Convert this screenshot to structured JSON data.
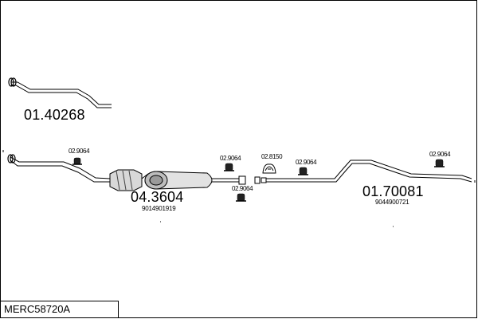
{
  "diagram": {
    "title": "MERC58720A",
    "parts": [
      {
        "number": "01.40268"
      },
      {
        "number": "04.3604",
        "oem": "9014901919"
      },
      {
        "number": "01.70081",
        "oem": "9044900721"
      }
    ],
    "hardware": [
      {
        "code": "02.9064"
      },
      {
        "code": "02.9064"
      },
      {
        "code": "02.9064"
      },
      {
        "code": "02.8150"
      },
      {
        "code": "02.9064"
      },
      {
        "code": "02.9064"
      }
    ]
  }
}
